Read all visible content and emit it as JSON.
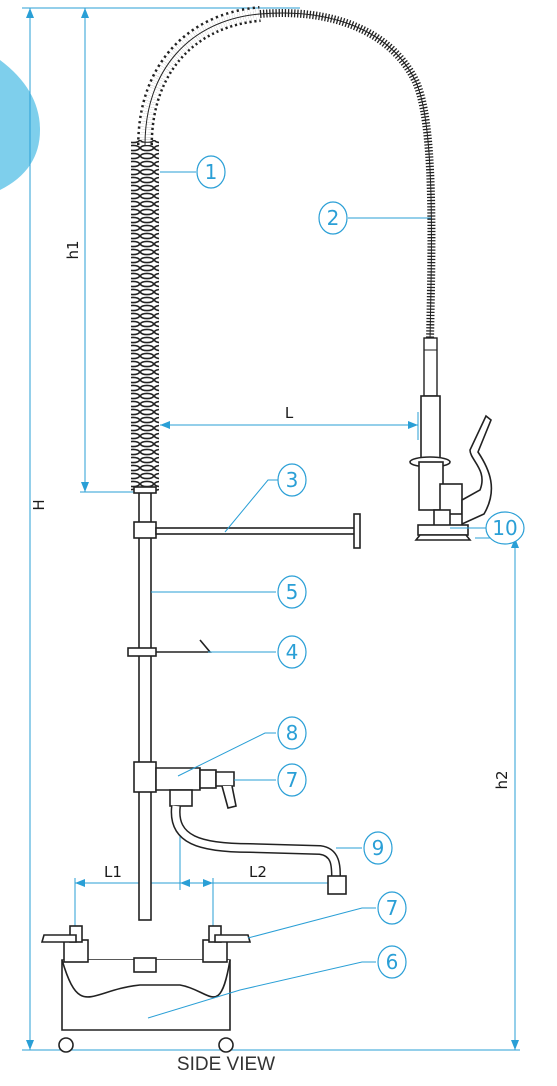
{
  "title": "SIDE VIEW",
  "colors": {
    "dimension": "#2a9fd6",
    "callout": "#2a9fd6",
    "drawing": "#222222",
    "accent_blob": "#7ecfec"
  },
  "dimensions": {
    "H": "H",
    "h1": "h1",
    "h2": "h2",
    "L": "L",
    "L1": "L1",
    "L2": "L2"
  },
  "callouts": [
    "1",
    "2",
    "3",
    "5",
    "4",
    "8",
    "7",
    "9",
    "7",
    "6",
    "10"
  ]
}
